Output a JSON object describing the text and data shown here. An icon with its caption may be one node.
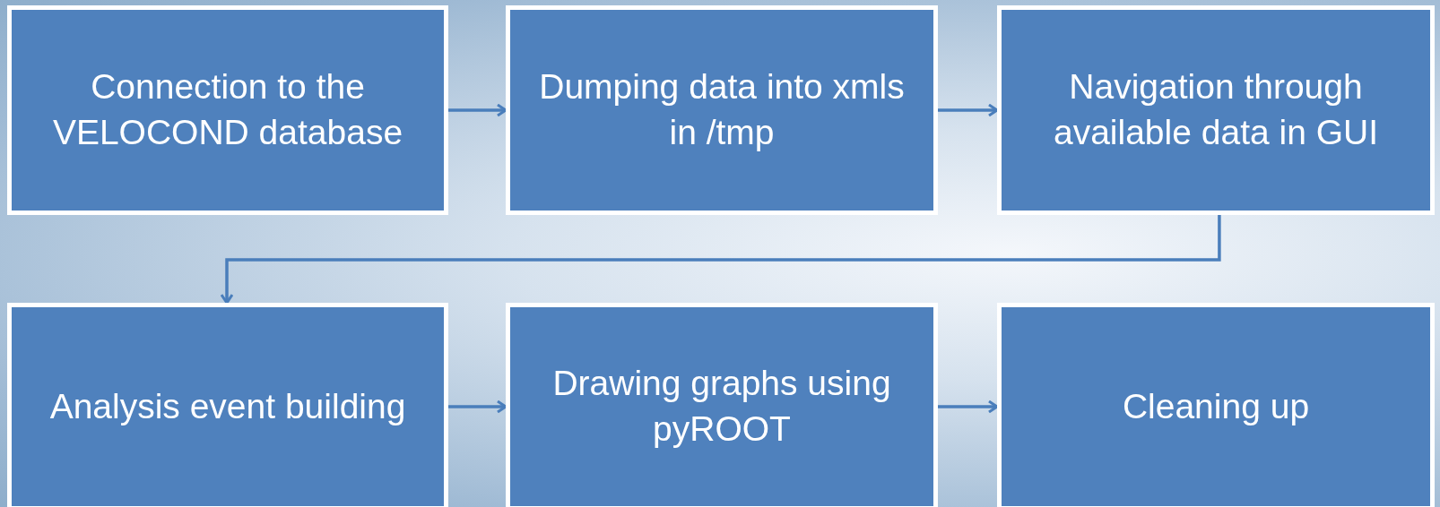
{
  "diagram": {
    "nodes": [
      {
        "text": [
          "Connection to the VELOCOND database"
        ]
      },
      {
        "text": [
          "Dumping data into xmls in /tmp"
        ]
      },
      {
        "text": [
          "Navigation through available data in GUI"
        ]
      },
      {
        "text": [
          "Analysis event building"
        ]
      },
      {
        "text": [
          "Drawing graphs using pyROOT"
        ]
      },
      {
        "text": [
          "Cleaning up"
        ]
      }
    ],
    "edges": [
      {
        "from": 0,
        "to": 1,
        "arrow": "to"
      },
      {
        "from": 1,
        "to": 2,
        "arrow": "to"
      },
      {
        "from": 2,
        "to": 3,
        "arrow": "to"
      },
      {
        "from": 3,
        "to": 4,
        "arrow": "to"
      },
      {
        "from": 4,
        "to": 5,
        "arrow": "to"
      }
    ]
  }
}
